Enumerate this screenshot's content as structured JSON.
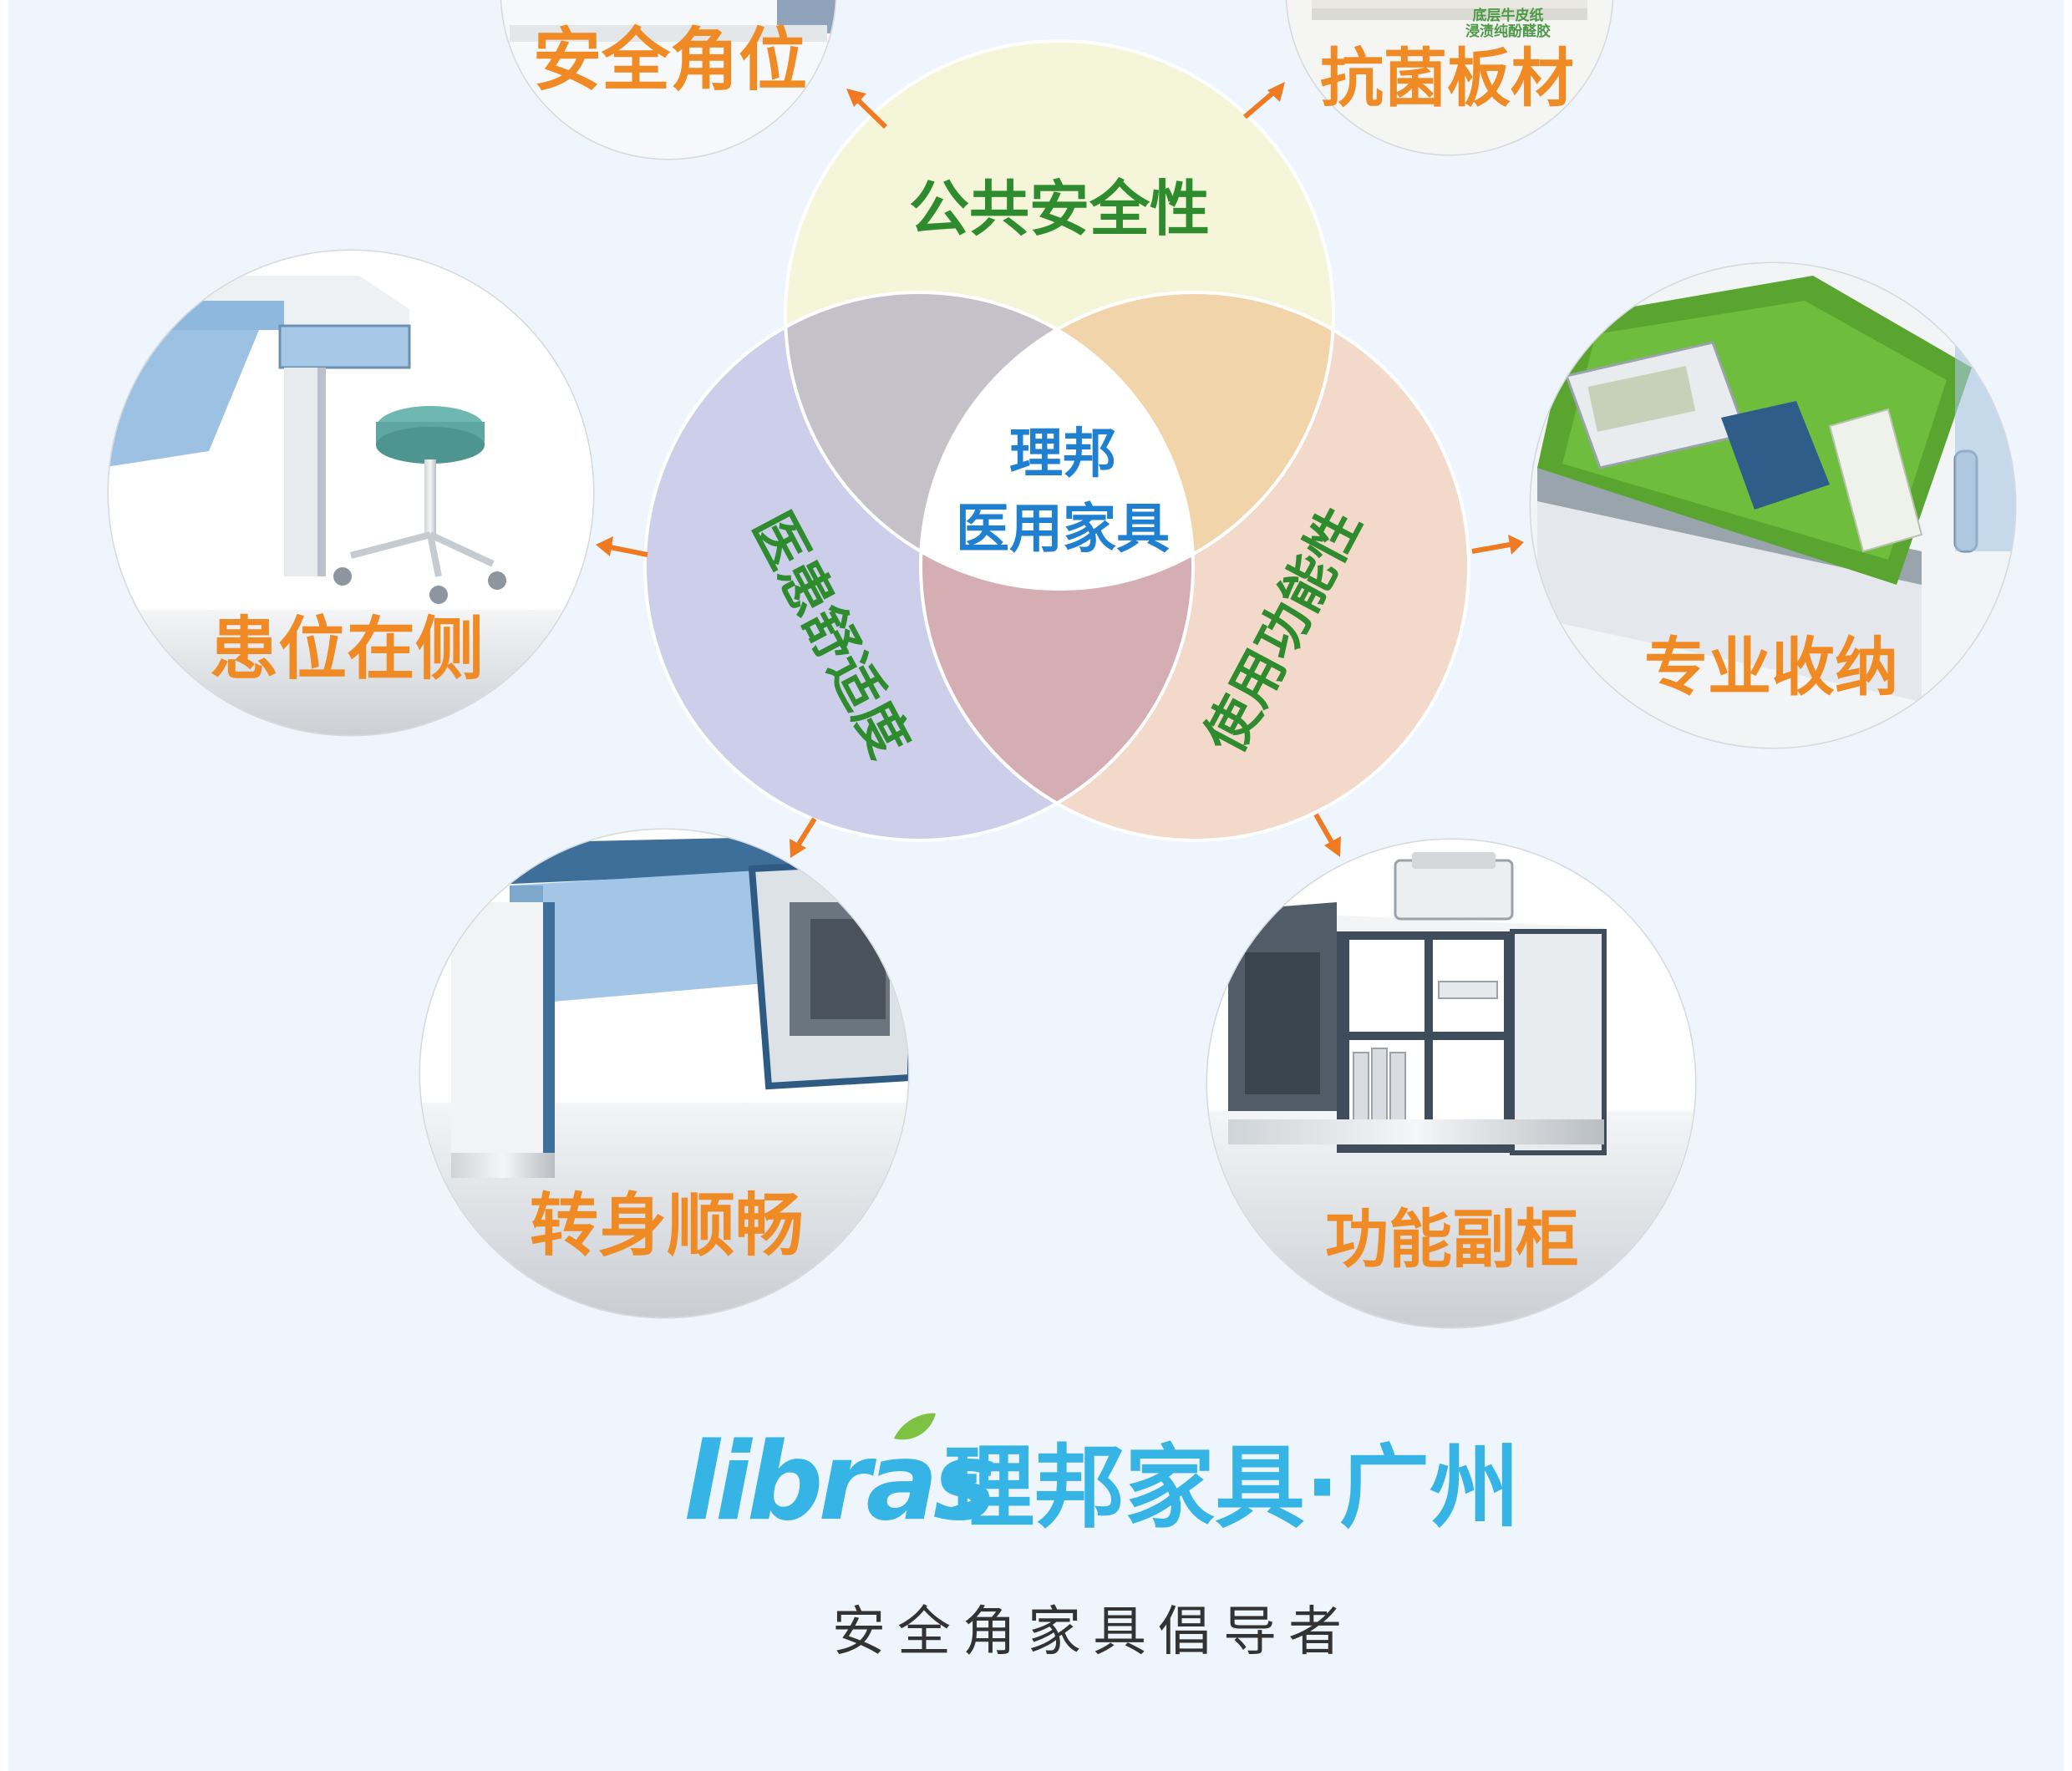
{
  "colors": {
    "background": "#eef5fc",
    "feature_label": "#f08a24",
    "venn_label": "#2e8b2e",
    "center_label": "#1f7fd1",
    "arrow": "#ef7a22",
    "brand_blue": "#36b4e6",
    "brand_leaf": "#7dc243",
    "tagline": "#333333",
    "circle_public_safety": "#f4f5d9",
    "circle_comfort": "#c9cbe9",
    "circle_function": "#f1d7c6"
  },
  "venn": {
    "center_line1": "理邦",
    "center_line2": "医用家具",
    "public_safety": "公共安全性",
    "comfort": "医患舒适度",
    "function": "使用功能性"
  },
  "features": [
    {
      "label": "安全角位",
      "photo": "desk-rounded-corner"
    },
    {
      "label": "抗菌板材",
      "photo": "antibacterial-board",
      "sub_line1": "底层牛皮纸",
      "sub_line2": "浸渍纯酚醛胶"
    },
    {
      "label": "患位在侧",
      "photo": "desk-with-stool"
    },
    {
      "label": "专业收纳",
      "photo": "drawer-organizer"
    },
    {
      "label": "转身顺畅",
      "photo": "desk-leg-space"
    },
    {
      "label": "功能副柜",
      "photo": "side-cabinet-printer"
    }
  ],
  "brand": {
    "logo_text": "libras",
    "name": "理邦家具·广州",
    "tagline": "安全角家具倡导者"
  }
}
